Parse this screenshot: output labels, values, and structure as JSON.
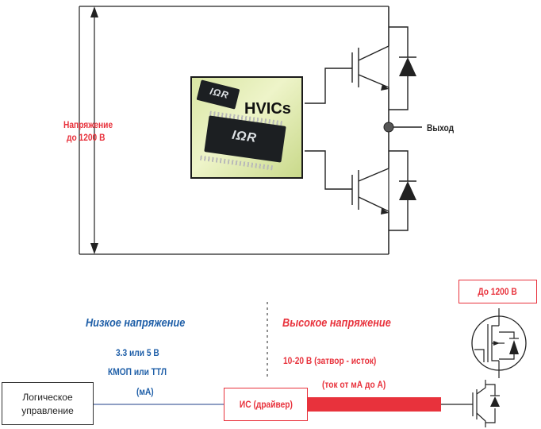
{
  "top": {
    "voltage_label": "Напряжение",
    "voltage_value": "до 1200 В",
    "output_label": "Выход",
    "chip_text": "HVICs",
    "chip_logo": "IΩR"
  },
  "bottom": {
    "low_voltage_title": "Низкое напряжение",
    "high_voltage_title": "Высокое напряжение",
    "low_line1": "3.3 или 5 В",
    "low_line2": "КМОП или ТТЛ",
    "low_line3": "(мА)",
    "high_line1": "10-20 В (затвор - исток)",
    "high_line2": "(ток от мА до А)",
    "logic_box_line1": "Логическое",
    "logic_box_line2": "управление",
    "driver_box": "ИС (драйвер)",
    "max_voltage_box": "До 1200 В"
  },
  "colors": {
    "red": "#e8323c",
    "blue": "#1f5fa8",
    "line": "#222222"
  }
}
